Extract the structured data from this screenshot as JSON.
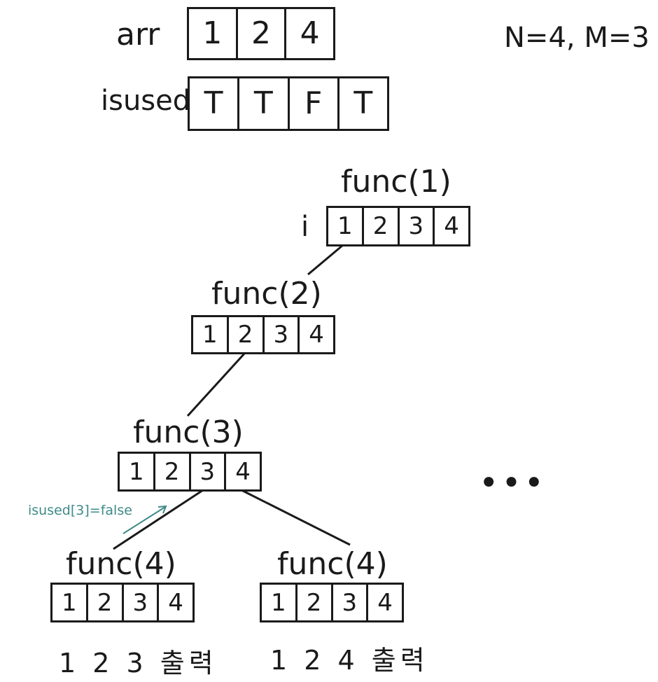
{
  "arr": {
    "label": "arr",
    "cells": [
      "1",
      "2",
      "4"
    ]
  },
  "isused": {
    "label": "isused",
    "cells": [
      "T",
      "T",
      "F",
      "T"
    ]
  },
  "params": "N=4, M=3",
  "func1": {
    "title": "func(1)",
    "row_label": "i",
    "cells": [
      "1",
      "2",
      "3",
      "4"
    ]
  },
  "func2": {
    "title": "func(2)",
    "cells": [
      "1",
      "2",
      "3",
      "4"
    ]
  },
  "func3": {
    "title": "func(3)",
    "cells": [
      "1",
      "2",
      "3",
      "4"
    ]
  },
  "func4a": {
    "title": "func(4)",
    "cells": [
      "1",
      "2",
      "3",
      "4"
    ],
    "output": "1 2 3 출력"
  },
  "func4b": {
    "title": "func(4)",
    "cells": [
      "1",
      "2",
      "3",
      "4"
    ],
    "output": "1 2 4 출력"
  },
  "annotation": "isused[3]=false",
  "ellipsis": "•••",
  "colors": {
    "ink": "#1a1a1a",
    "annotation": "#3f8a87"
  }
}
